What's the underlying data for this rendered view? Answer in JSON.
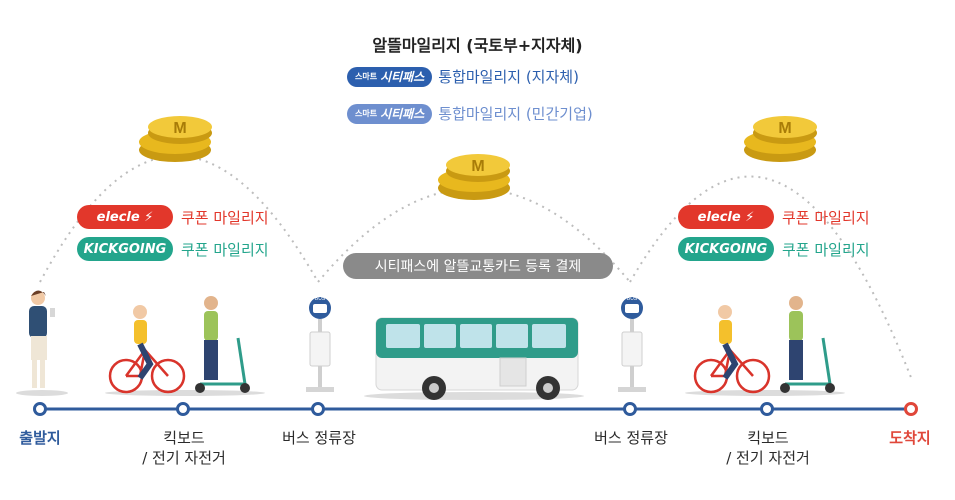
{
  "header": {
    "title": "알뜰마일리지 (국토부+지자체)",
    "rows": [
      {
        "badge_small": "스마트",
        "badge_main": "시티패스",
        "text": "통합마일리지 (지자체)",
        "color": "#2c5fae"
      },
      {
        "badge_small": "스마트",
        "badge_main": "시티패스",
        "text": "통합마일리지 (민간기업)",
        "color": "#6e8fcf"
      }
    ]
  },
  "coupons": {
    "elecle_brand": "elecle",
    "kickgoing_brand": "KICKGOING",
    "elecle_text": "쿠폰 마일리지",
    "kickgoing_text": "쿠폰 마일리지"
  },
  "coin_letter": "M",
  "banner": "시티패스에 알뜰교통카드 등록 결제",
  "bus_stop_sign": "BUS",
  "stops": [
    {
      "line1": "출발지",
      "line2": "",
      "type": "start"
    },
    {
      "line1": "킥보드",
      "line2": "/ 전기 자전거",
      "type": "normal"
    },
    {
      "line1": "버스 정류장",
      "line2": "",
      "type": "normal"
    },
    {
      "line1": "버스 정류장",
      "line2": "",
      "type": "normal"
    },
    {
      "line1": "킥보드",
      "line2": "/ 전기 자전거",
      "type": "normal"
    },
    {
      "line1": "도착지",
      "line2": "",
      "type": "end"
    }
  ],
  "colors": {
    "line": "#2f5b9c",
    "start": "#2f5b9c",
    "end": "#e0473a",
    "elecle": "#e2372b",
    "kickgoing": "#23a58c",
    "coin": "#e8b81e",
    "bus": "#2f9c8a"
  }
}
